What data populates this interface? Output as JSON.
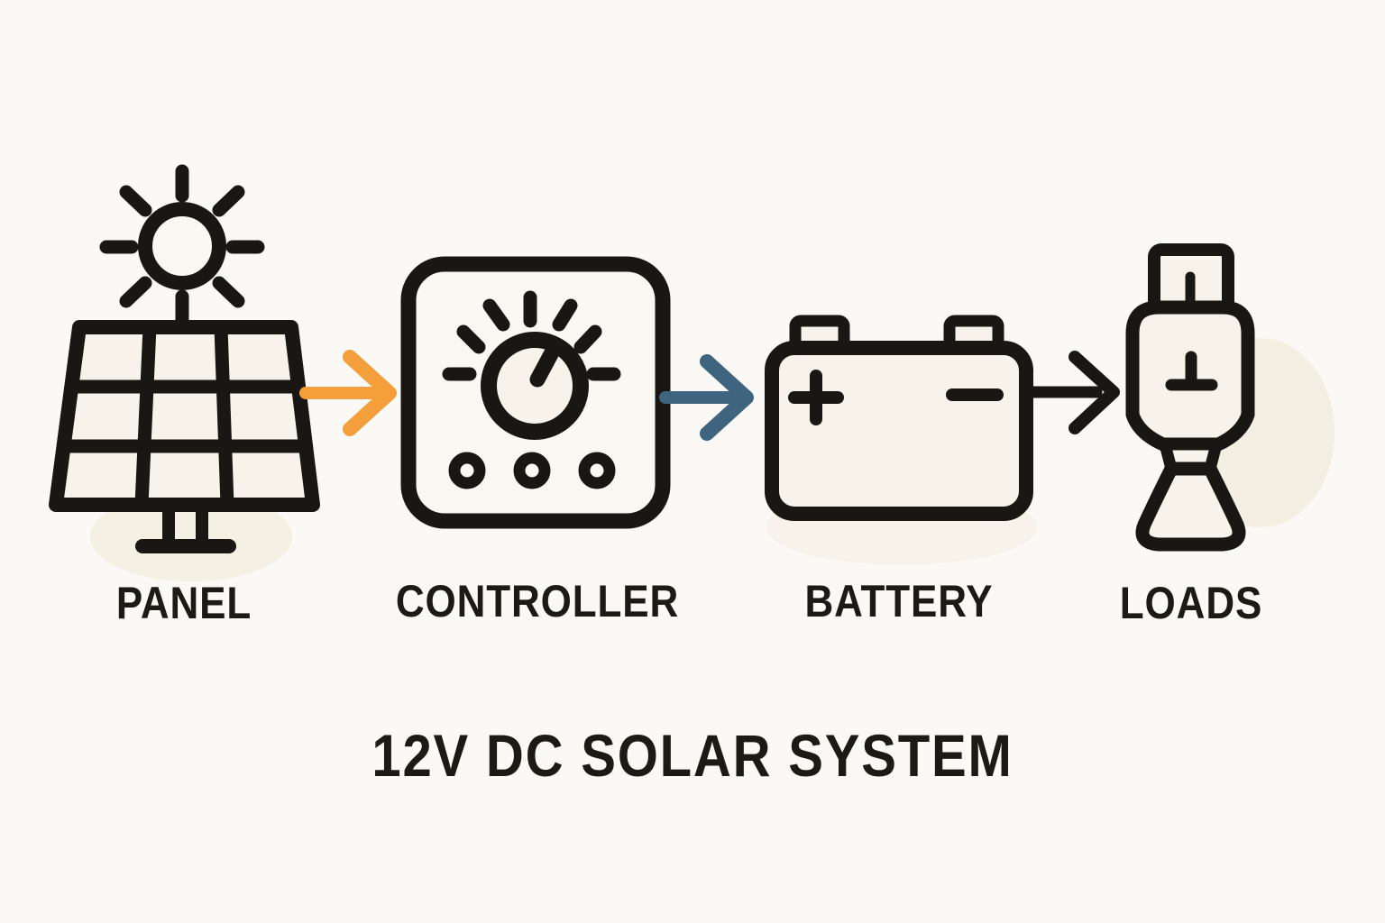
{
  "title": "12V DC SOLAR SYSTEM",
  "diagram_type": "flow",
  "nodes": [
    {
      "id": "panel",
      "label": "PANEL",
      "icon": "solar-panel-icon"
    },
    {
      "id": "controller",
      "label": "CONTROLLER",
      "icon": "charge-controller-icon"
    },
    {
      "id": "battery",
      "label": "BATTERY",
      "icon": "battery-icon",
      "terminal_positive": "+",
      "terminal_negative": "−"
    },
    {
      "id": "loads",
      "label": "LOADS",
      "icon": "usb-plug-icon"
    }
  ],
  "connections": [
    {
      "from": "panel",
      "to": "controller",
      "arrow": "right",
      "color": "#F49F3C"
    },
    {
      "from": "controller",
      "to": "battery",
      "arrow": "right",
      "color": "#3E6480"
    },
    {
      "from": "battery",
      "to": "loads",
      "arrow": "right",
      "color": "#191714"
    }
  ],
  "colors": {
    "bg": "#FBF9F5",
    "ink": "#191714",
    "cream": "#F7F3EA",
    "cream-light": "#F9F8F3",
    "orange": "#F49F3C",
    "blue": "#3E6480",
    "blob": "#F3ECDE",
    "text": "#1C1A15"
  }
}
